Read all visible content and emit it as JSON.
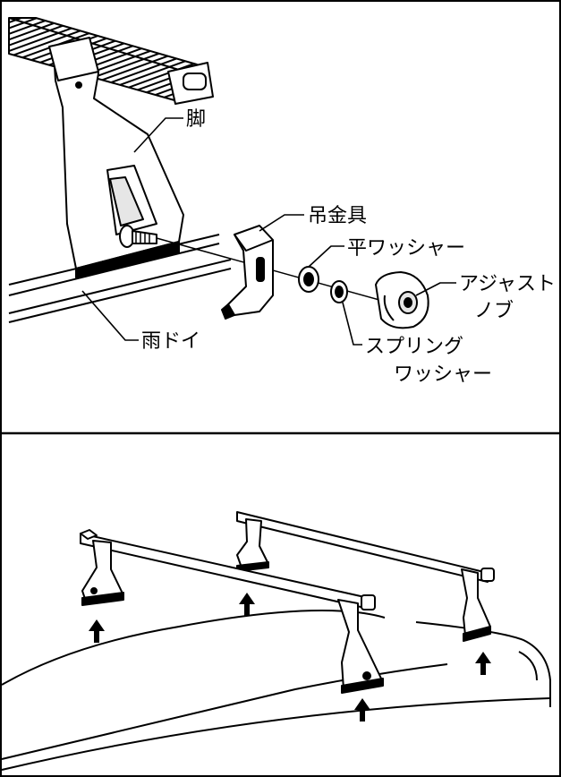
{
  "labels": {
    "leg": "脚",
    "hanger": "吊金具",
    "flat_washer": "平ワッシャー",
    "adjust_knob_line1": "アジャスト",
    "adjust_knob_line2": "ノブ",
    "rain_gutter": "雨ドイ",
    "spring_washer_line1": "スプリング",
    "spring_washer_line2": "ワッシャー"
  },
  "colors": {
    "line": "#000000",
    "background": "#ffffff",
    "shade": "#d9d9d9"
  }
}
